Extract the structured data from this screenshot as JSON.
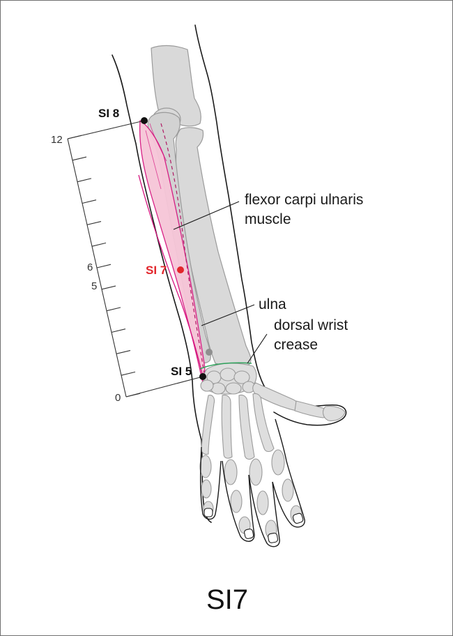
{
  "title": "SI7",
  "labels": {
    "muscle_line1": "flexor carpi ulnaris",
    "muscle_line2": "muscle",
    "ulna": "ulna",
    "crease_line1": "dorsal wrist",
    "crease_line2": "crease"
  },
  "points": [
    {
      "id": "si8",
      "label": "SI 8",
      "color": "#111111"
    },
    {
      "id": "si7",
      "label": "SI 7",
      "color": "#e2252b"
    },
    {
      "id": "si5",
      "label": "SI 5",
      "color": "#111111"
    }
  ],
  "scale": {
    "ticks": [
      "12",
      "6",
      "5",
      "0"
    ]
  },
  "colors": {
    "muscle_fill": "#f6c6d8",
    "muscle_outline": "#d6147f",
    "bone_fill": "#d9d9d9",
    "bone_outline": "#9a9a9a",
    "crease_line": "#2fa35c",
    "highlight_point": "#e2252b"
  }
}
